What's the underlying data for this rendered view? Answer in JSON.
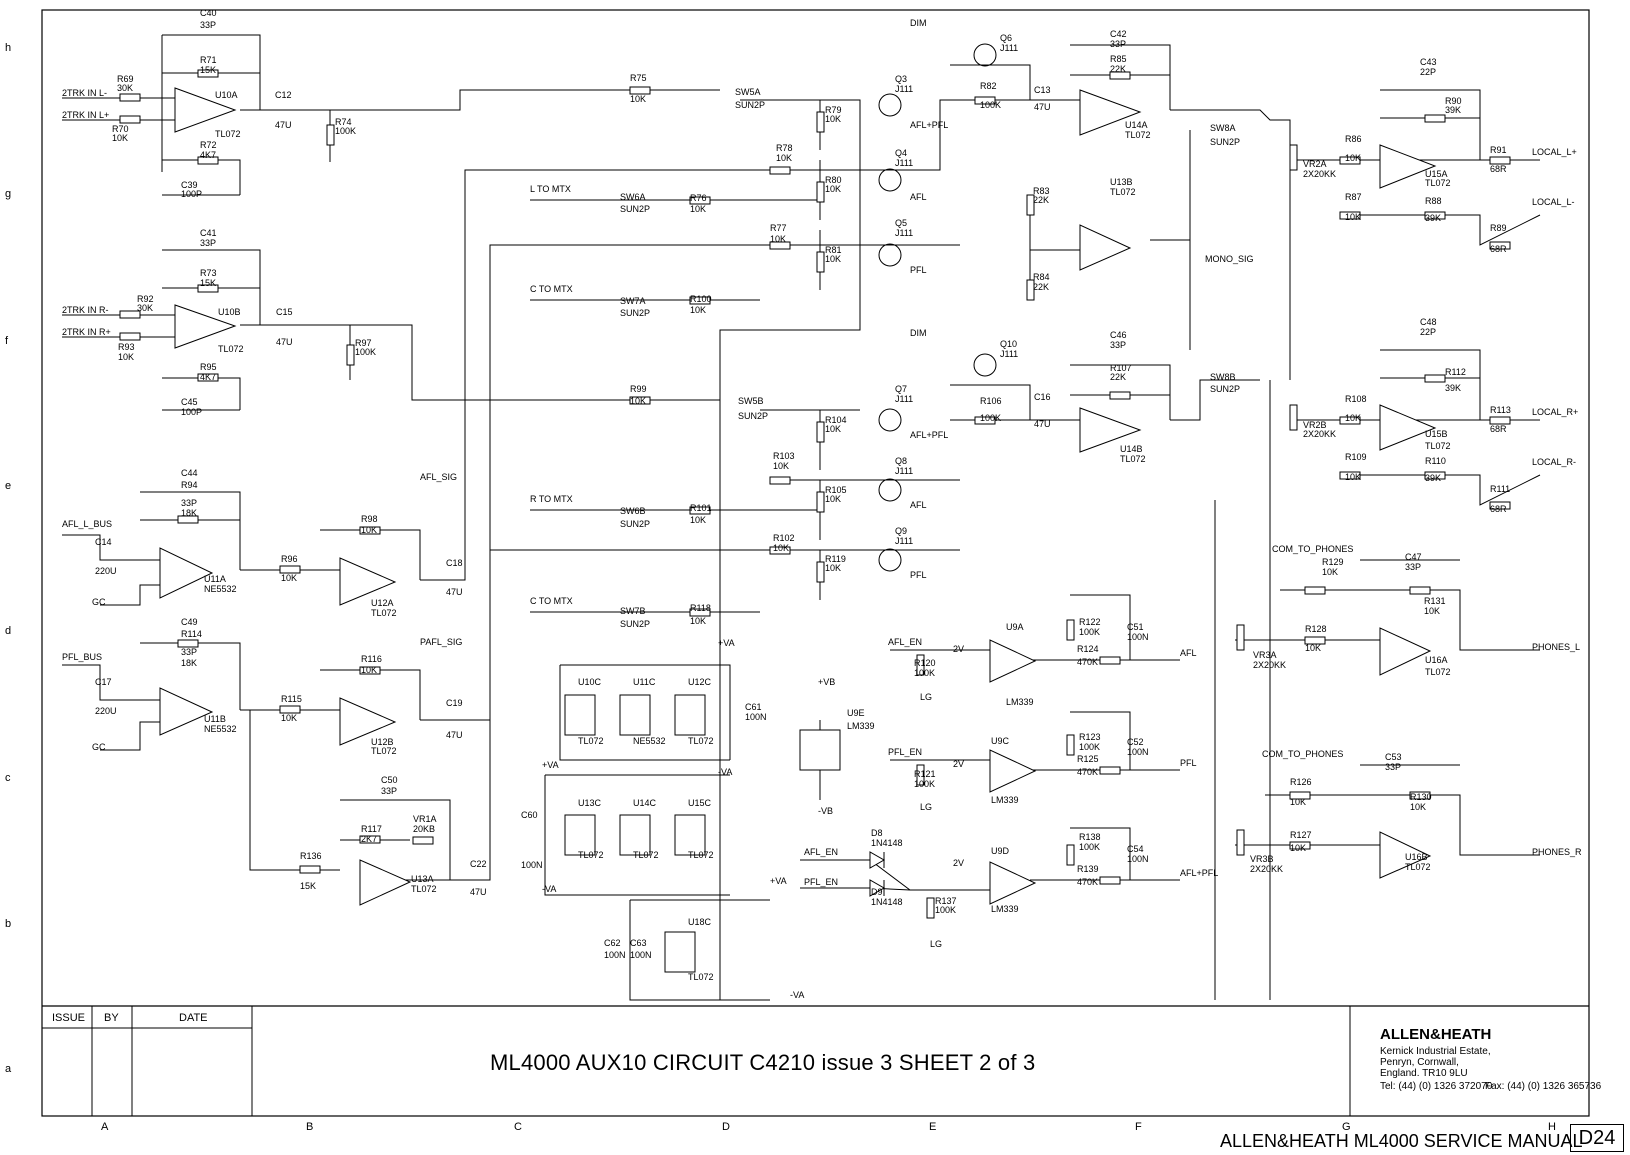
{
  "grid": {
    "rows": [
      "h",
      "g",
      "f",
      "e",
      "d",
      "c",
      "b",
      "a"
    ],
    "cols": [
      "A",
      "B",
      "C",
      "D",
      "E",
      "F",
      "G",
      "H"
    ]
  },
  "title_block": {
    "issue_label": "ISSUE",
    "by_label": "BY",
    "date_label": "DATE",
    "title": "ML4000 AUX10 CIRCUIT   C4210 issue 3  SHEET 2 of 3",
    "brand": "ALLEN&HEATH",
    "address": [
      "Kernick Industrial Estate,",
      "Penryn, Cornwall,",
      "England. TR10 9LU"
    ],
    "tel": "Tel:  (44) (0) 1326 372070",
    "fax": "Fax: (44) (0) 1326 365736"
  },
  "footer": {
    "manual": "ALLEN&HEATH  ML4000 SERVICE MANUAL",
    "page": "D24"
  },
  "labels": {
    "net": [
      "2TRK IN L-",
      "2TRK IN L+",
      "2TRK IN R-",
      "2TRK IN R+",
      "AFL_L_BUS",
      "PFL_BUS",
      "GC",
      "GC",
      "AFL_SIG",
      "PAFL_SIG",
      "L TO MTX",
      "C TO MTX",
      "R TO MTX",
      "C TO MTX",
      "DIM",
      "DIM",
      "AFL+PFL",
      "AFL",
      "PFL",
      "AFL+PFL",
      "AFL",
      "PFL",
      "MONO_SIG",
      "LOCAL_L+",
      "LOCAL_L-",
      "LOCAL_R+",
      "LOCAL_R-",
      "COM_TO_PHONES",
      "COM_TO_PHONES",
      "PHONES_L",
      "PHONES_R",
      "AFL_EN",
      "PFL_EN",
      "AFL",
      "PFL",
      "AFL+PFL",
      "AFL_EN",
      "PFL_EN",
      "+VA",
      "-VA",
      "+VA",
      "-VA",
      "+VB",
      "-VB",
      "+VA",
      "-VA",
      "LG",
      "LG",
      "LG"
    ],
    "components": [
      "C40",
      "33P",
      "R71",
      "15K",
      "R69",
      "30K",
      "R70",
      "10K",
      "U10A",
      "TL072",
      "C12",
      "47U",
      "R74",
      "100K",
      "R72",
      "4K7",
      "C39",
      "100P",
      "C41",
      "33P",
      "R73",
      "15K",
      "R92",
      "30K",
      "R93",
      "10K",
      "U10B",
      "TL072",
      "C15",
      "47U",
      "R97",
      "100K",
      "R95",
      "4K7",
      "C45",
      "100P",
      "C44",
      "33P",
      "R94",
      "18K",
      "C14",
      "220U",
      "U11A",
      "NE5532",
      "R96",
      "10K",
      "R98",
      "10K",
      "U12A",
      "TL072",
      "C18",
      "47U",
      "C49",
      "33P",
      "R114",
      "18K",
      "C17",
      "220U",
      "U11B",
      "NE5532",
      "R115",
      "10K",
      "R116",
      "10K",
      "U12B",
      "TL072",
      "C19",
      "47U",
      "C50",
      "33P",
      "R117",
      "2K7",
      "VR1A",
      "20KB",
      "R136",
      "15K",
      "U13A",
      "TL072",
      "C22",
      "47U",
      "R75",
      "10K",
      "SW5A",
      "SUN2P",
      "R78",
      "10K",
      "R79",
      "10K",
      "R80",
      "10K",
      "R81",
      "10K",
      "SW6A",
      "SUN2P",
      "R76",
      "10K",
      "R77",
      "10K",
      "SW7A",
      "SUN2P",
      "R100",
      "10K",
      "R99",
      "10K",
      "SW5B",
      "SUN2P",
      "R104",
      "10K",
      "R103",
      "10K",
      "R105",
      "10K",
      "R102",
      "10K",
      "R119",
      "10K",
      "SW6B",
      "SUN2P",
      "R101",
      "10K",
      "SW7B",
      "SUN2P",
      "R118",
      "10K",
      "Q6",
      "J111",
      "Q3",
      "J111",
      "Q4",
      "J111",
      "Q5",
      "J111",
      "R82",
      "100K",
      "C13",
      "47U",
      "C42",
      "33P",
      "R85",
      "22K",
      "U14A",
      "TL072",
      "SW8A",
      "SUN2P",
      "R83",
      "22K",
      "U13B",
      "TL072",
      "R84",
      "22K",
      "Q10",
      "J111",
      "Q7",
      "J111",
      "Q8",
      "J111",
      "Q9",
      "J111",
      "R106",
      "100K",
      "C16",
      "47U",
      "C46",
      "33P",
      "R107",
      "22K",
      "U14B",
      "TL072",
      "SW8B",
      "SUN2P",
      "C43",
      "22P",
      "R90",
      "39K",
      "R86",
      "10K",
      "VR2A",
      "2X20KK",
      "U15A",
      "TL072",
      "R91",
      "68R",
      "R87",
      "10K",
      "R88",
      "39K",
      "R89",
      "68R",
      "C48",
      "22P",
      "R112",
      "39K",
      "R108",
      "10K",
      "VR2B",
      "2X20KK",
      "U15B",
      "TL072",
      "R113",
      "68R",
      "R109",
      "10K",
      "R110",
      "39K",
      "R111",
      "68R",
      "U10C",
      "U11C",
      "U12C",
      "TL072",
      "NE5532",
      "TL072",
      "C61",
      "100N",
      "U13C",
      "U14C",
      "U15C",
      "TL072",
      "TL072",
      "TL072",
      "C60",
      "100N",
      "U18C",
      "TL072",
      "C62",
      "100N",
      "C63",
      "100N",
      "U9E",
      "LM339",
      "U9A",
      "LM339",
      "R120",
      "100K",
      "R122",
      "100K",
      "C51",
      "100N",
      "R124",
      "470K",
      "U9C",
      "LM339",
      "R121",
      "100K",
      "R123",
      "100K",
      "C52",
      "100N",
      "R125",
      "470K",
      "D8",
      "1N4148",
      "D9",
      "1N4148",
      "R137",
      "100K",
      "U9D",
      "LM339",
      "R138",
      "100K",
      "C54",
      "100N",
      "R139",
      "470K",
      "R129",
      "10K",
      "C47",
      "33P",
      "R131",
      "10K",
      "R128",
      "10K",
      "VR3A",
      "2X20KK",
      "U16A",
      "TL072",
      "R126",
      "10K",
      "C53",
      "33P",
      "R130",
      "10K",
      "R127",
      "10K",
      "VR3B",
      "2X20KK",
      "U16B",
      "TL072",
      "2V",
      "2V",
      "2V"
    ]
  }
}
